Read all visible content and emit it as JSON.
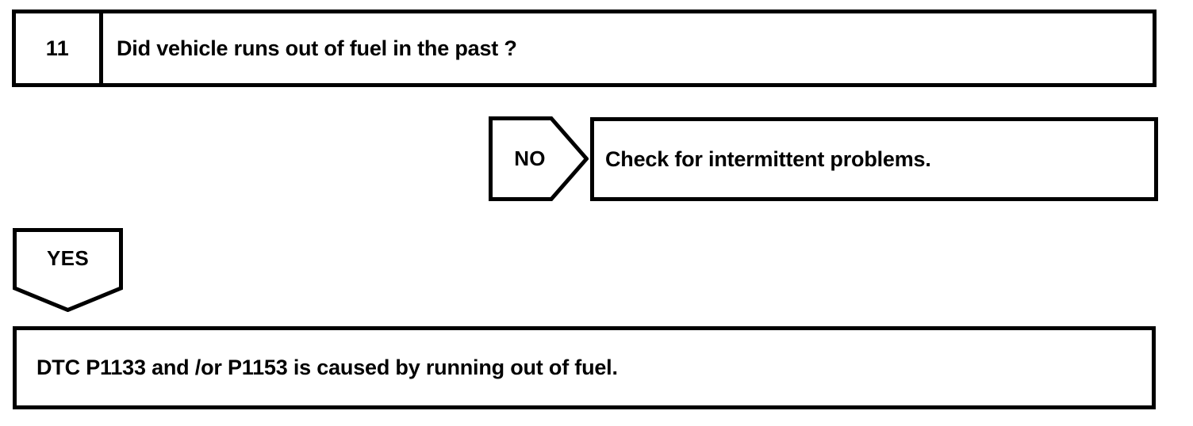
{
  "diagram": {
    "type": "diagnostic-flowchart",
    "stroke_color": "#000000",
    "background_color": "#ffffff",
    "step": {
      "number": "11",
      "question": "Did vehicle runs out of fuel in the past ?"
    },
    "branches": [
      {
        "label": "NO",
        "shape": "right-pointing-pentagon",
        "action": "Check for intermittent problems."
      },
      {
        "label": "YES",
        "shape": "down-pointing-pentagon",
        "action": "DTC P1133 and /or P1153 is caused by running out of fuel."
      }
    ],
    "conclusion": "DTC P1133 and /or P1153 is caused by running out of fuel."
  }
}
